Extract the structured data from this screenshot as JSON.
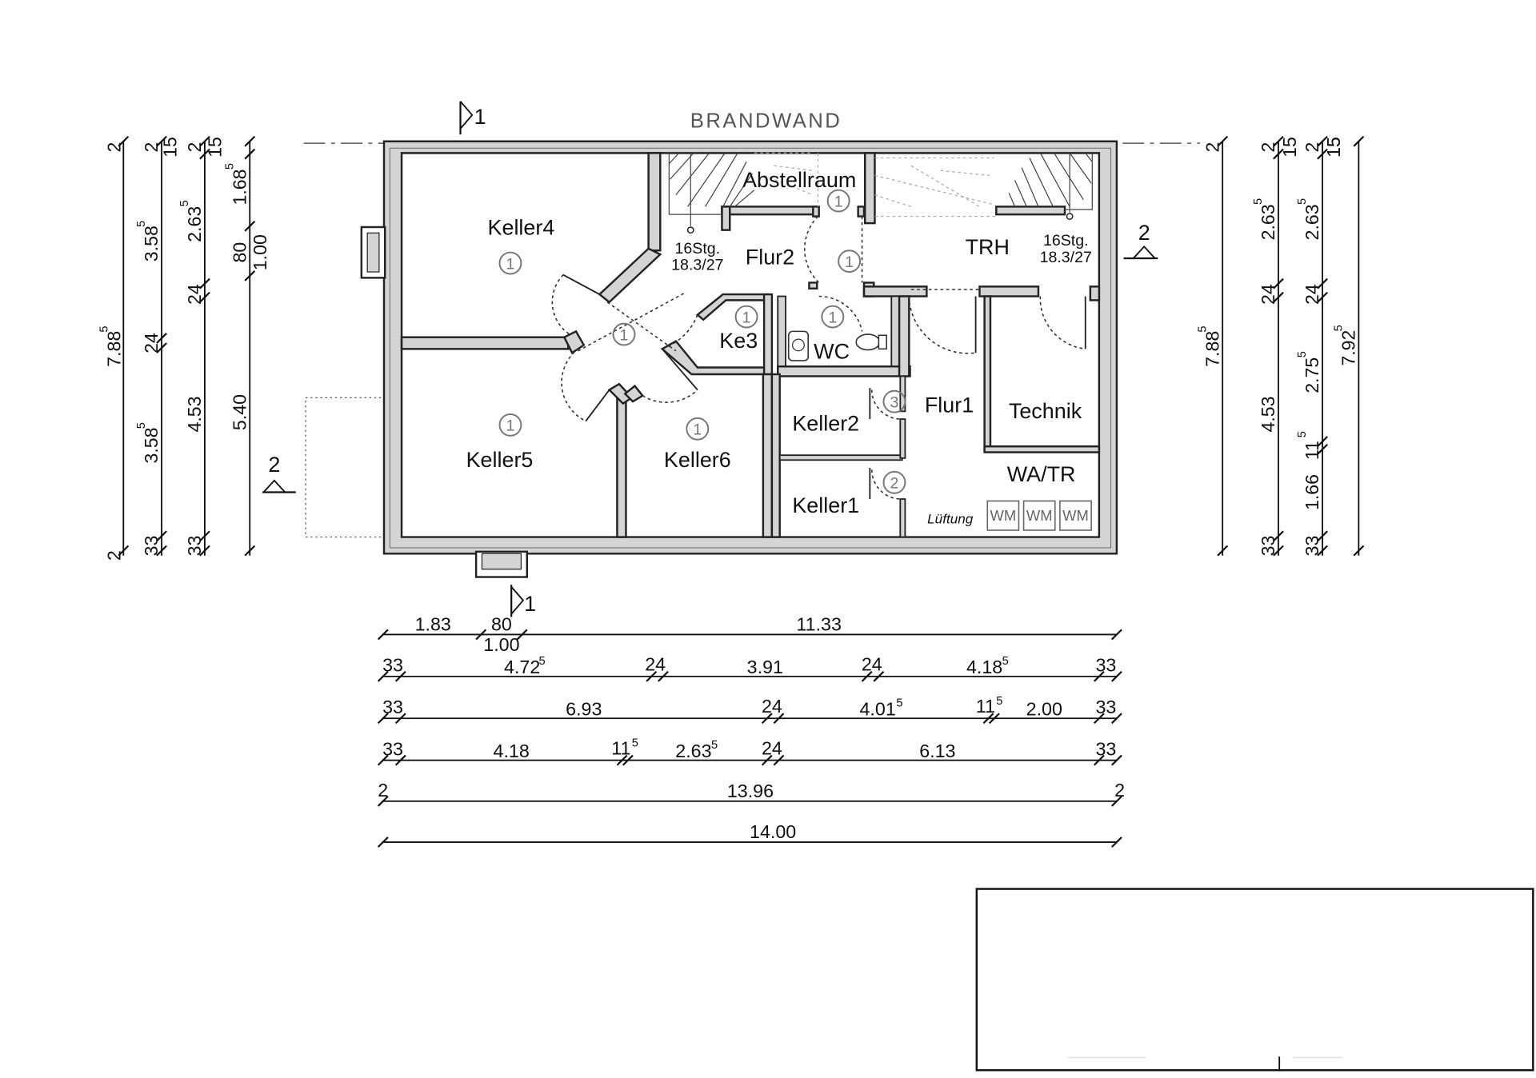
{
  "title": "BRANDWAND",
  "section_markers": {
    "s1": "1",
    "s2": "2"
  },
  "rooms": {
    "keller4": "Keller4",
    "keller5": "Keller5",
    "keller6": "Keller6",
    "keller1": "Keller1",
    "keller2": "Keller2",
    "ke3": "Ke3",
    "abstellraum": "Abstellraum",
    "flur2": "Flur2",
    "wc": "WC",
    "trh": "TRH",
    "flur1": "Flur1",
    "technik": "Technik",
    "watr": "WA/TR",
    "lueftung": "Lüftung"
  },
  "stairs": {
    "left_steps": "16Stg.",
    "left_ratio": "18.3/27",
    "right_steps": "16Stg.",
    "right_ratio": "18.3/27"
  },
  "door_numbers": {
    "one": "1",
    "two": "2",
    "three": "3"
  },
  "appliances": [
    "WM",
    "WM",
    "WM"
  ],
  "dims_left": {
    "c1": [
      "2",
      "3.58",
      "5",
      "24",
      "3.58",
      "5",
      "33",
      "7.88",
      "5",
      "2"
    ],
    "c2": [
      "2",
      "15",
      "2.63",
      "5",
      "24",
      "4.53",
      "33"
    ],
    "c3": [
      "2",
      "15",
      "1.68",
      "5",
      "80",
      "5.40",
      "1.00"
    ]
  },
  "dims_right": {
    "c1": [
      "2",
      "7.88",
      "5"
    ],
    "c2": [
      "2",
      "15",
      "2.63",
      "5",
      "24",
      "4.53",
      "33"
    ],
    "c3": [
      "2",
      "15",
      "2.63",
      "5",
      "24",
      "2.75",
      "5",
      "11",
      "5",
      "1.66",
      "33"
    ],
    "c4": [
      "15",
      "7.92",
      "5"
    ]
  },
  "dims_bottom": {
    "r1": [
      "1.83",
      "80",
      "1.00",
      "11.33"
    ],
    "r2": [
      "33",
      "4.72",
      "5",
      "24",
      "3.91",
      "24",
      "4.18",
      "5",
      "33"
    ],
    "r3": [
      "33",
      "6.93",
      "24",
      "4.01",
      "5",
      "11",
      "5",
      "2.00",
      "33"
    ],
    "r4": [
      "33",
      "4.18",
      "11",
      "5",
      "2.63",
      "5",
      "24",
      "6.13",
      "33"
    ],
    "r5": [
      "2",
      "13.96",
      "2"
    ],
    "r6": [
      "14.00"
    ]
  }
}
